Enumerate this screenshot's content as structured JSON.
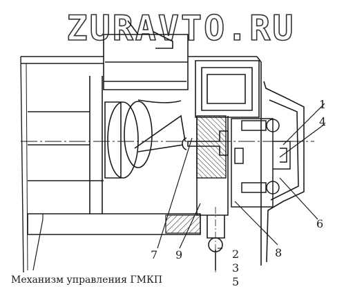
{
  "watermark": "ZURAVTO.RU",
  "caption": "Механизм управления ГМКП",
  "callouts": {
    "n1": "1",
    "n2": "2",
    "n3": "3",
    "n4": "4",
    "n5": "5",
    "n6": "6",
    "n7": "7",
    "n8": "8",
    "n9": "9"
  },
  "colors": {
    "ink": "#1a1a1a",
    "paper": "#ffffff",
    "watermark_fill": "#ffffff",
    "watermark_stroke": "#333333"
  }
}
